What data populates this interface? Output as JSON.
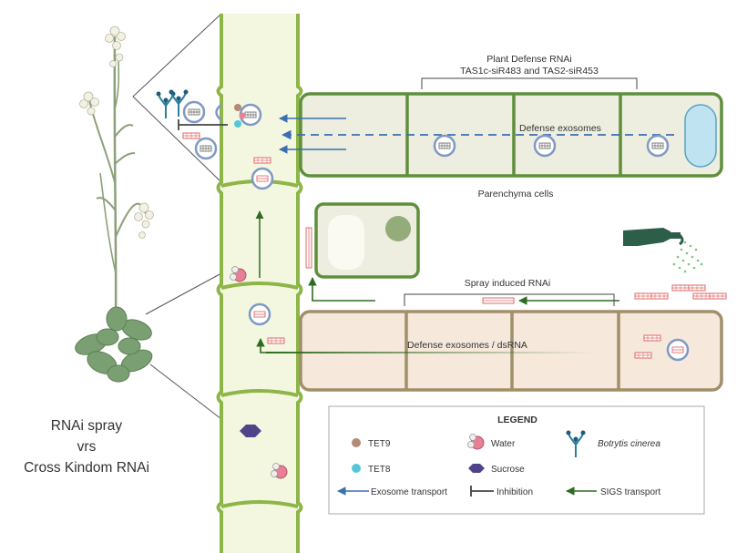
{
  "title": {
    "line1": "RNAi spray",
    "line2": "vrs",
    "line3": "Cross Kindom RNAi"
  },
  "top_section": {
    "heading": "Plant Defense RNAi",
    "subheading": "TAS1c-siR483 and TAS2-siR453",
    "exosome_label": "Defense exosomes",
    "cells_label": "Parenchyma cells"
  },
  "bottom_section": {
    "heading": "Spray induced RNAi",
    "exosome_label": "Defense exosomes / dsRNA"
  },
  "legend": {
    "title": "LEGEND",
    "tet9": "TET9",
    "tet8": "TET8",
    "water": "Water",
    "sucrose": "Sucrose",
    "botrytis": "Botrytis cinerea",
    "exosome_transport": "Exosome transport",
    "inhibition": "Inhibition",
    "sigs_transport": "SIGS transport"
  },
  "colors": {
    "cell_wall_green": "#8db547",
    "vessel_fill": "#f4f7df",
    "top_cell_border": "#5f8f3c",
    "top_cell_fill": "#edeedf",
    "bottom_cell_border": "#a08f6a",
    "bottom_cell_fill": "#f6e9dc",
    "blue_arrow": "#3a6fb0",
    "green_arrow": "#2e6b22",
    "rna_red": "#e06a6a",
    "tet9": "#b38a74",
    "tet8": "#52c8d6",
    "water": "#e77f95",
    "sucrose": "#4f4489",
    "sprayer": "#2d5e4a"
  }
}
